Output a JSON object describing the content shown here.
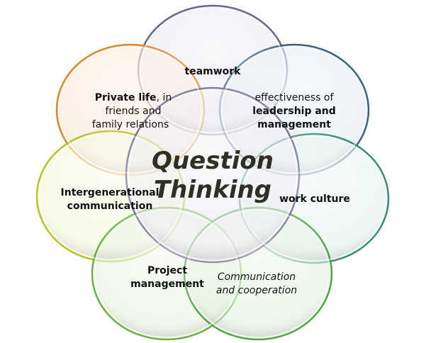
{
  "center": {
    "line1": "Question",
    "line2": "Thinking",
    "fill": "#e9e7f0",
    "stroke": "#5e5a7c"
  },
  "circles": {
    "teamwork": {
      "label": "teamwork",
      "fill": "#e6e5f0",
      "stroke": "#6a6888"
    },
    "private_life": {
      "bold": "Private life",
      "rest1": ", in",
      "line2": "friends and",
      "line3": "family relations",
      "fill": "#fbe6cf",
      "stroke": "#d9892c"
    },
    "leadership": {
      "line1": "effectiveness of",
      "line2": "leadership and",
      "line3": "management",
      "fill": "#e0eaf0",
      "stroke": "#3e6478"
    },
    "intergenerational": {
      "line1": "Intergenerational",
      "line2": "communication",
      "fill": "#f3f6d4",
      "stroke": "#b6c22a"
    },
    "work_culture": {
      "label": "work culture",
      "fill": "#e0f0ec",
      "stroke": "#3d8c7a"
    },
    "project": {
      "line1": "Project",
      "line2": "management",
      "fill": "#e6f3da",
      "stroke": "#6cb046"
    },
    "communication": {
      "line1": "Communication",
      "line2": "and cooperation",
      "fill": "#e0f1dc",
      "stroke": "#55a548"
    }
  }
}
